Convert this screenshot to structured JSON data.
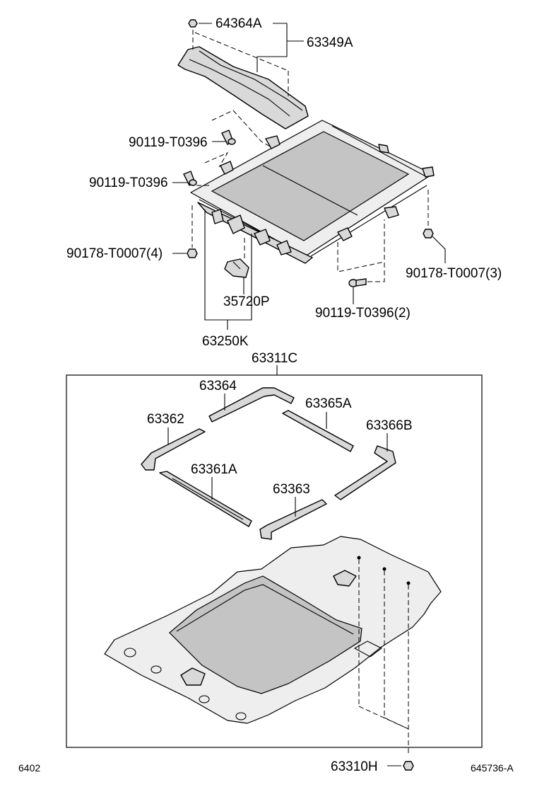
{
  "labels": {
    "nut_top": "64364A",
    "garnish": "63349A",
    "bolt_1": "90119-T0396",
    "bolt_2": "90119-T0396",
    "nut_left": "90178-T0007(4)",
    "nut_right": "90178-T0007(3)",
    "motor": "35720P",
    "bolt_bottom": "90119-T0396(2)",
    "housing": "63250K",
    "headlining_assy": "63311C",
    "trim_64": "63364",
    "trim_65": "63365A",
    "trim_62": "63362",
    "trim_66": "63366B",
    "trim_61": "63361A",
    "trim_63": "63363",
    "clip": "63310H"
  },
  "footer": {
    "left_code": "6402",
    "right_code": "645736-A"
  }
}
